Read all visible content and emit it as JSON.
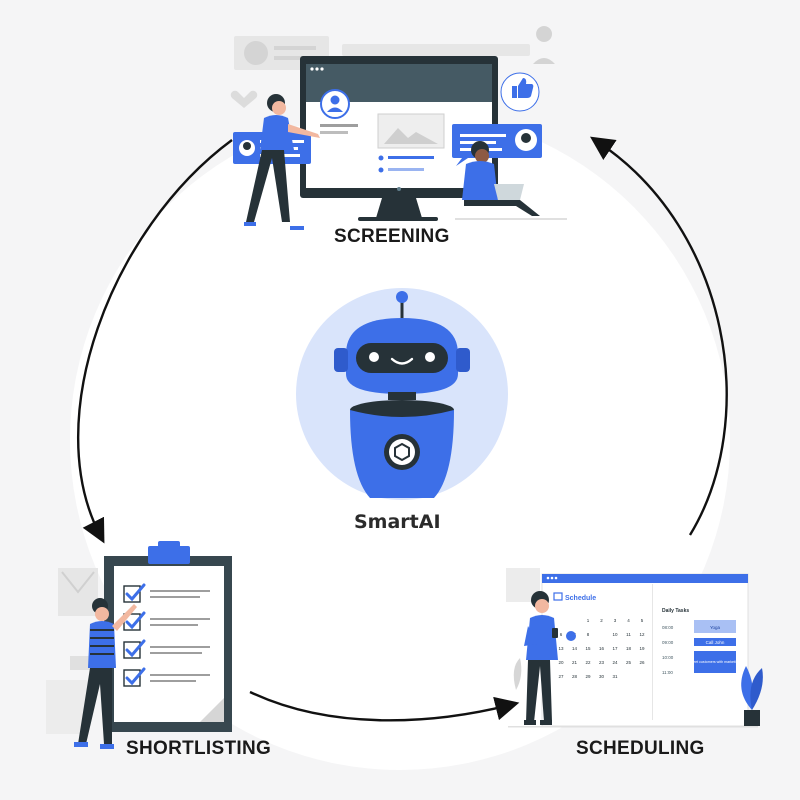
{
  "hub": {
    "label": "SmartAI"
  },
  "stages": {
    "screening": {
      "label": "SCREENING"
    },
    "shortlisting": {
      "label": "SHORTLISTING"
    },
    "scheduling": {
      "label": "SCHEDULING"
    }
  },
  "schedule_card": {
    "title": "Schedule",
    "daily_tasks_title": "Daily Tasks",
    "times": [
      "08:00",
      "09:00",
      "10:00",
      "11:00"
    ],
    "tasks": [
      "Yoga",
      "Call John",
      "Meet customers with marketing"
    ],
    "calendar_days": [
      "1",
      "2",
      "3",
      "4",
      "5",
      "6",
      "7",
      "8",
      "9",
      "10",
      "11",
      "12",
      "13",
      "14",
      "15",
      "16",
      "17",
      "18",
      "19",
      "20",
      "21",
      "22",
      "23",
      "24",
      "25",
      "26",
      "27",
      "28",
      "29",
      "30",
      "31"
    ]
  },
  "colors": {
    "accent": "#3d6fe8",
    "dark": "#263238",
    "background": "#f5f5f6",
    "hub_circle": "#d9e4fb"
  }
}
